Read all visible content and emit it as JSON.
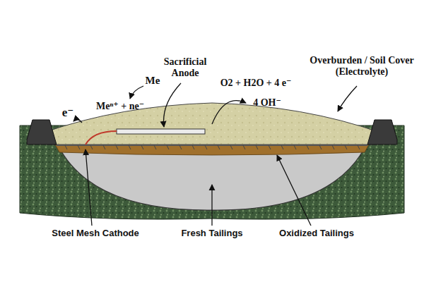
{
  "diagram": {
    "labels": [
      "Me",
      "Meⁿ⁺ + ne⁻",
      "Sacrificial Anode",
      "O2 + H2O + 4 e⁻",
      "4 OH⁻",
      "Overburden / Soil Cover (Electrolyte)",
      "e⁻",
      "Steel Mesh Cathode",
      "Fresh Tailings",
      "Oxidized Tailings"
    ]
  }
}
